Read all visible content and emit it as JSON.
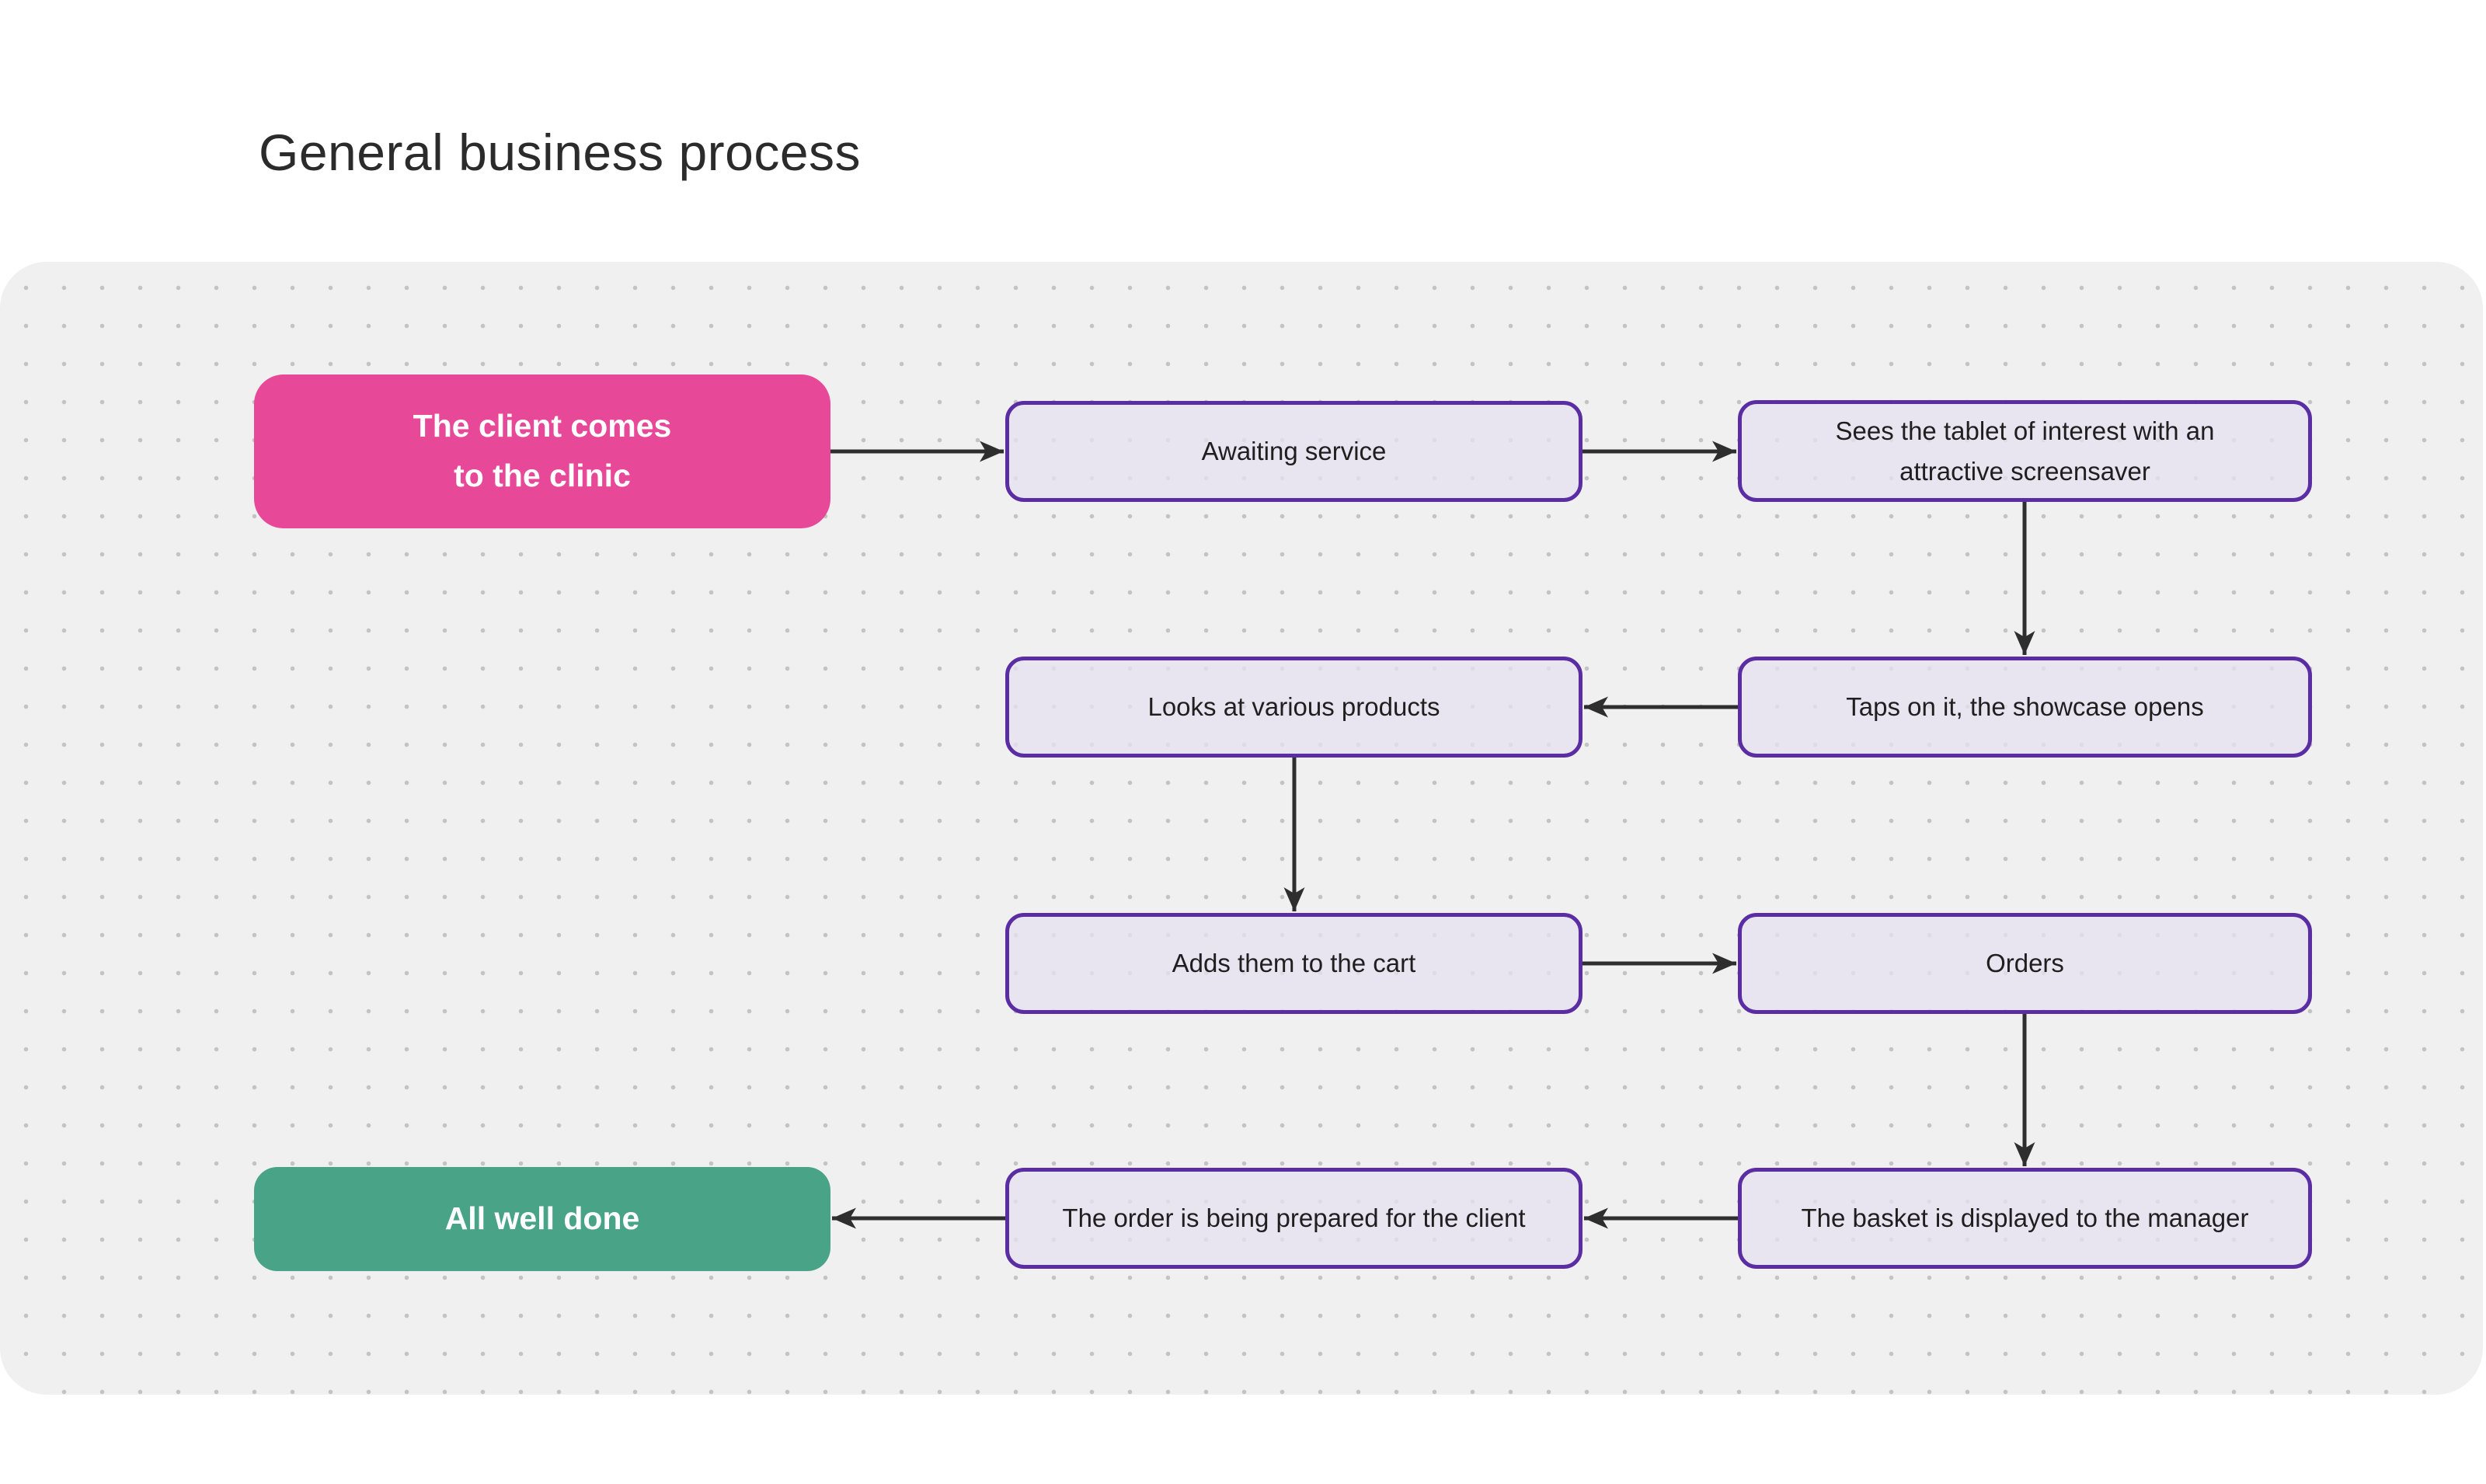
{
  "title": "General business process",
  "canvas": {
    "background": "#f1f0f0",
    "dot_color": "#c3c3c3"
  },
  "colors": {
    "start_node_fill": "#e74898",
    "end_node_fill": "#49a387",
    "process_fill": "#e5e0f0",
    "process_border": "#5b2da3",
    "arrow": "#2e2e2e",
    "title_text": "#2b2b2b",
    "node_text_dark": "#1f1f1f",
    "node_text_light": "#ffffff"
  },
  "nodes": [
    {
      "id": "start",
      "type": "start",
      "label": "The client comes\nto the clinic"
    },
    {
      "id": "awaiting-service",
      "type": "process",
      "label": "Awaiting service"
    },
    {
      "id": "sees-tablet",
      "type": "process",
      "label": "Sees the tablet of interest with an\nattractive screensaver"
    },
    {
      "id": "taps-showcase",
      "type": "process",
      "label": "Taps on it, the showcase opens"
    },
    {
      "id": "looks-products",
      "type": "process",
      "label": "Looks at various products"
    },
    {
      "id": "adds-cart",
      "type": "process",
      "label": "Adds them to the cart"
    },
    {
      "id": "orders",
      "type": "process",
      "label": "Orders"
    },
    {
      "id": "basket-manager",
      "type": "process",
      "label": "The basket is displayed to the manager"
    },
    {
      "id": "order-prepared",
      "type": "process",
      "label": "The order is being prepared for the client"
    },
    {
      "id": "end",
      "type": "end",
      "label": "All well done"
    }
  ],
  "edges": [
    {
      "from": "start",
      "to": "awaiting-service"
    },
    {
      "from": "awaiting-service",
      "to": "sees-tablet"
    },
    {
      "from": "sees-tablet",
      "to": "taps-showcase"
    },
    {
      "from": "taps-showcase",
      "to": "looks-products"
    },
    {
      "from": "looks-products",
      "to": "adds-cart"
    },
    {
      "from": "adds-cart",
      "to": "orders"
    },
    {
      "from": "orders",
      "to": "basket-manager"
    },
    {
      "from": "basket-manager",
      "to": "order-prepared"
    },
    {
      "from": "order-prepared",
      "to": "end"
    }
  ]
}
